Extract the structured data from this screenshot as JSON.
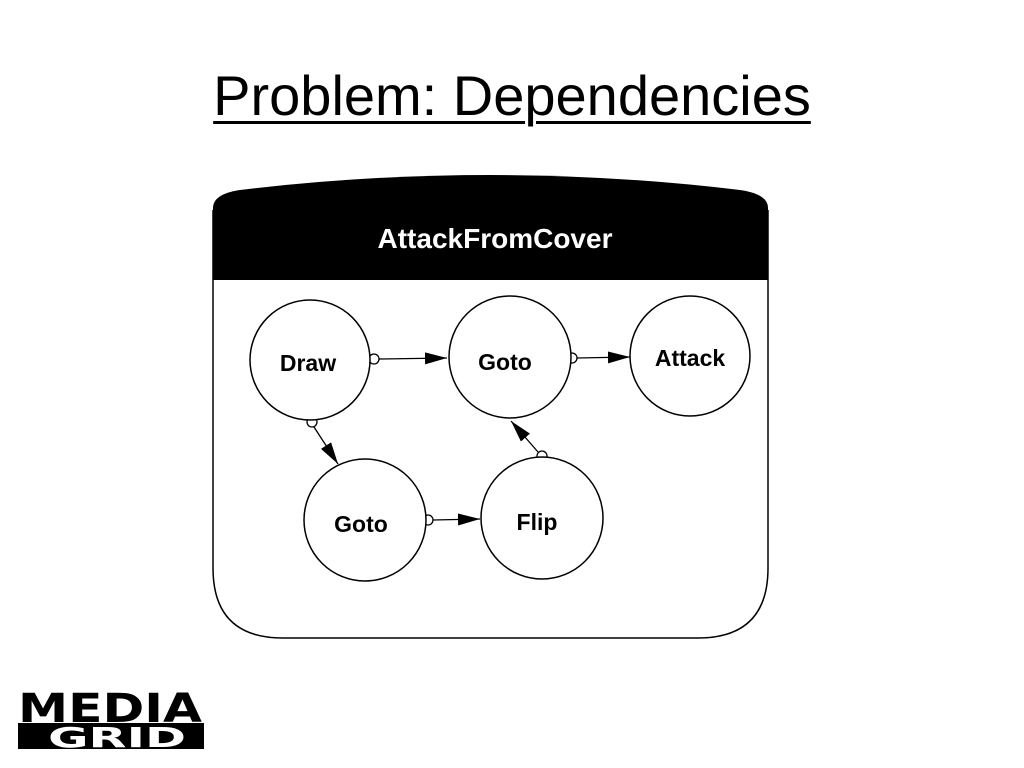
{
  "slide": {
    "title": "Problem:  Dependencies"
  },
  "diagram": {
    "container_label": "AttackFromCover",
    "nodes": [
      {
        "id": "draw",
        "label": "Draw"
      },
      {
        "id": "goto1",
        "label": "Goto"
      },
      {
        "id": "attack",
        "label": "Attack"
      },
      {
        "id": "goto2",
        "label": "Goto"
      },
      {
        "id": "flip",
        "label": "Flip"
      }
    ],
    "edges": [
      {
        "from": "draw",
        "to": "goto1"
      },
      {
        "from": "goto1",
        "to": "attack"
      },
      {
        "from": "draw",
        "to": "goto2"
      },
      {
        "from": "goto2",
        "to": "flip"
      },
      {
        "from": "flip",
        "to": "goto1"
      }
    ]
  },
  "logo": {
    "top_row": "MEDIA",
    "bottom_row": "GRID"
  },
  "colors": {
    "foreground": "#000000",
    "background": "#ffffff"
  }
}
